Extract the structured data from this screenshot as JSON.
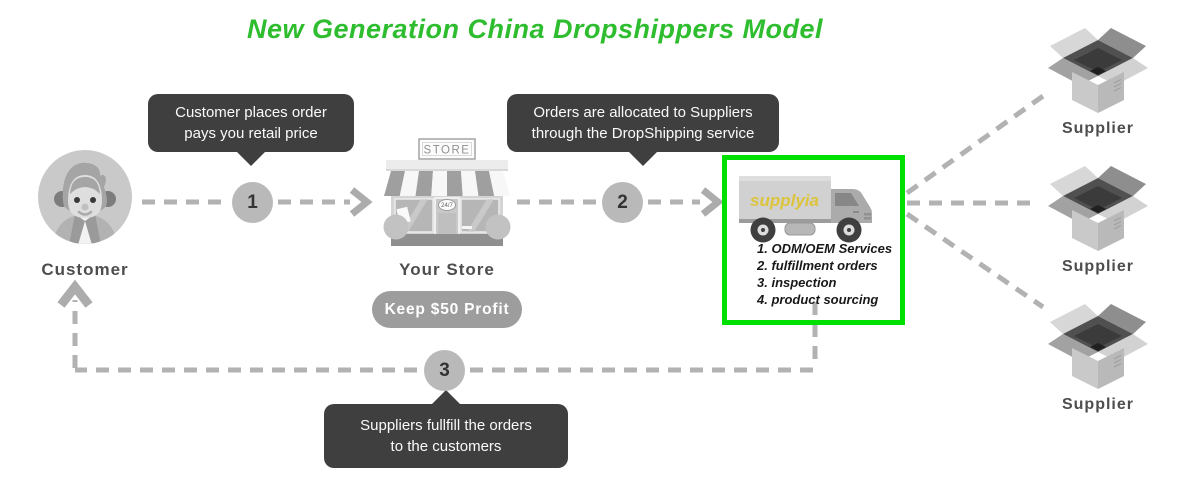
{
  "title": "New Generation China Dropshippers Model",
  "steps": [
    "1",
    "2",
    "3"
  ],
  "callouts": {
    "order": {
      "line1": "Customer places order",
      "line2": "pays you retail price"
    },
    "allocate": {
      "line1": "Orders are allocated to Suppliers",
      "line2": "through the DropShipping service"
    },
    "fulfill": {
      "line1": "Suppliers fullfill the orders",
      "line2": "to the customers"
    }
  },
  "customer": {
    "label": "Customer"
  },
  "store": {
    "label": "Your Store",
    "sign": "STORE",
    "door_badge": "24/7",
    "profit_badge": "Keep $50 Profit"
  },
  "service_box": {
    "brand": "supplyia",
    "services": [
      "1. ODM/OEM Services",
      "2. fulfillment orders",
      "3. inspection",
      "4. product sourcing"
    ]
  },
  "suppliers": {
    "label": "Supplier"
  },
  "colors": {
    "title_green": "#2ebd2e",
    "highlight_green": "#00e000",
    "callout_dark": "#3f3f3f",
    "badge_gray": "#9d9d9d",
    "connector_gray": "#b2b2b2",
    "brand_yellow": "#dcc43c"
  }
}
